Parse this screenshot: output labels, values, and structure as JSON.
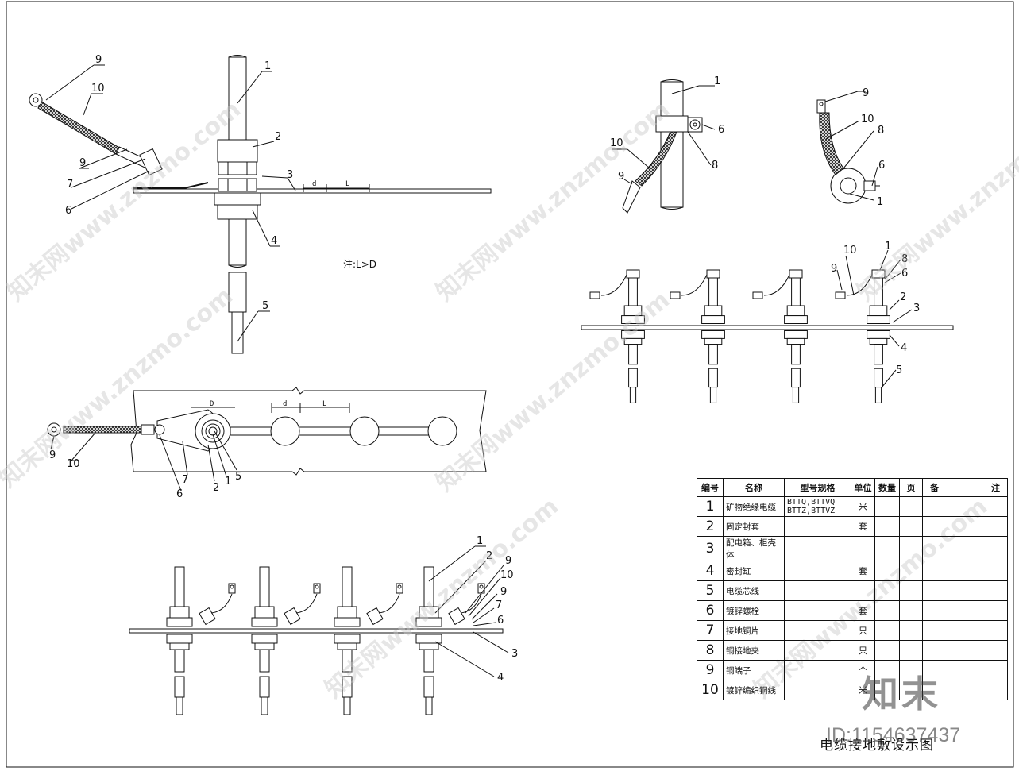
{
  "watermarks": [
    "知末网www.znzmo.com",
    "知末网www.znzmo.com",
    "知末网www.znzmo.com",
    "知末网www.znzmo.com",
    "知末网www.znzmo.com",
    "知末网www.znzmo.com",
    "知末网www.znzmo.com"
  ],
  "note": "注:L>D",
  "dims": {
    "d": "d",
    "L": "L",
    "D": "D"
  },
  "callouts": [
    "1",
    "2",
    "3",
    "4",
    "5",
    "6",
    "7",
    "8",
    "9",
    "10"
  ],
  "bom": {
    "headers": [
      "编号",
      "名称",
      "型号规格",
      "单位",
      "数量",
      "页",
      "备",
      "注"
    ],
    "rows": [
      {
        "no": "1",
        "name": "矿物绝缘电缆",
        "model": "BTTQ,BTTVQ BTTZ,BTTVZ",
        "unit": "米"
      },
      {
        "no": "2",
        "name": "固定封套",
        "model": "",
        "unit": "套"
      },
      {
        "no": "3",
        "name": "配电箱、柜壳体",
        "model": "",
        "unit": ""
      },
      {
        "no": "4",
        "name": "密封缸",
        "model": "",
        "unit": "套"
      },
      {
        "no": "5",
        "name": "电缆芯线",
        "model": "",
        "unit": ""
      },
      {
        "no": "6",
        "name": "镀锌螺栓",
        "model": "",
        "unit": "套"
      },
      {
        "no": "7",
        "name": "接地铜片",
        "model": "",
        "unit": "只"
      },
      {
        "no": "8",
        "name": "铜接地夹",
        "model": "",
        "unit": "只"
      },
      {
        "no": "9",
        "name": "铜端子",
        "model": "",
        "unit": "个"
      },
      {
        "no": "10",
        "name": "镀锌编织铜线",
        "model": "",
        "unit": "米"
      }
    ]
  },
  "title": "电缆接地敷设示图",
  "stamp": {
    "logo": "知末",
    "id": "ID:1154637437"
  }
}
